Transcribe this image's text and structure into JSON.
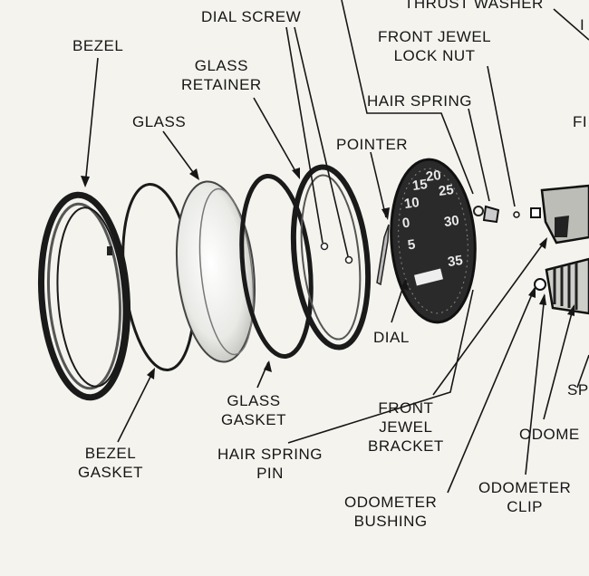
{
  "labels": {
    "thrust_washer": "THRUST WASHER",
    "partial_top_right": "I",
    "dial_screw": "DIAL SCREW",
    "bezel": "BEZEL",
    "front_jewel_lock_nut": [
      "FRONT JEWEL",
      "LOCK NUT"
    ],
    "glass_retainer": [
      "GLASS",
      "RETAINER"
    ],
    "glass": "GLASS",
    "hair_spring": "HAIR SPRING",
    "partial_right_mid": "FI",
    "pointer": "POINTER",
    "dial": "DIAL",
    "partial_sp": "SP",
    "glass_gasket": [
      "GLASS",
      "GASKET"
    ],
    "front_jewel_bracket": [
      "FRONT",
      "JEWEL",
      "BRACKET"
    ],
    "partial_odometer": "ODOME",
    "bezel_gasket": [
      "BEZEL",
      "GASKET"
    ],
    "hair_spring_pin": [
      "HAIR SPRING",
      "PIN"
    ],
    "odometer_clip": [
      "ODOMETER",
      "CLIP"
    ],
    "odometer_bushing": [
      "ODOMETER",
      "BUSHING"
    ]
  },
  "dial_numbers": [
    "0",
    "5",
    "10",
    "15",
    "20",
    "25",
    "30",
    "35"
  ],
  "colors": {
    "ink": "#161616",
    "paper": "#f4f3ee",
    "dial_face": "#2a2a2a"
  }
}
